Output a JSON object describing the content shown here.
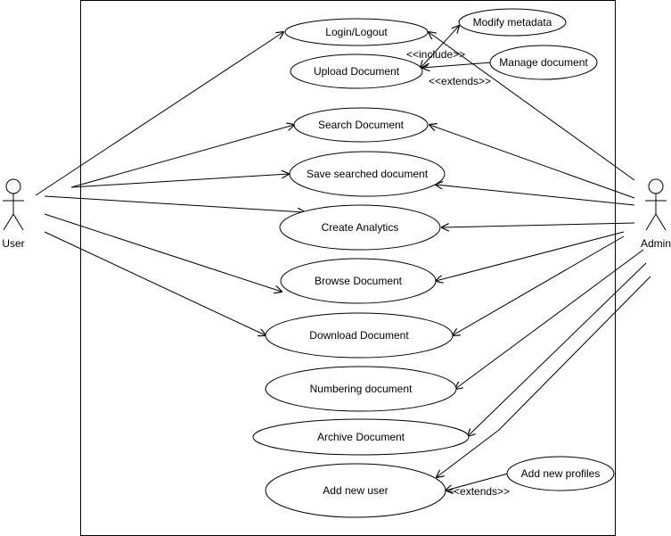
{
  "actors": {
    "user": "User",
    "admin": "Admin"
  },
  "use_cases": {
    "login_logout": "Login/Logout",
    "upload_document": "Upload Document",
    "modify_metadata": "Modify metadata",
    "manage_document": "Manage document",
    "search_document": "Search Document",
    "save_searched_document": "Save searched document",
    "create_analytics": "Create Analytics",
    "browse_document": "Browse Document",
    "download_document": "Download Document",
    "numbering_document": "Numbering document",
    "archive_document": "Archive Document",
    "add_new_user": "Add new user",
    "add_new_profiles": "Add new profiles"
  },
  "relations": {
    "include_label": "<<include>>",
    "extends_label_1": "<<extends>>",
    "extends_label_2": "<<extends>>"
  },
  "colors": {
    "stroke": "#000000",
    "background": "#ffffff"
  }
}
